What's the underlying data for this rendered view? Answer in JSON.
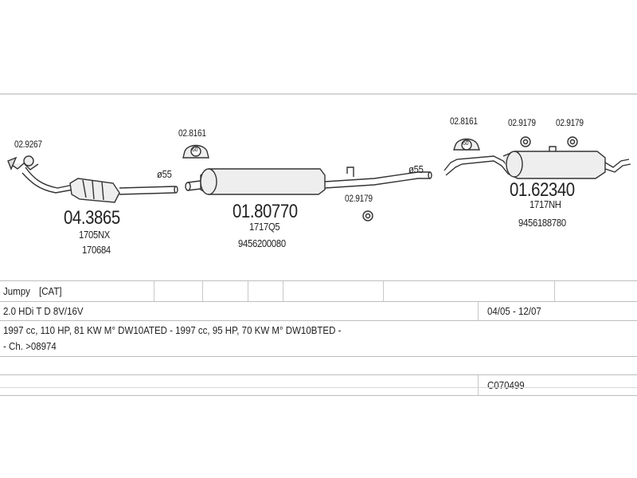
{
  "diagram": {
    "parts": [
      {
        "ref": "02.9267"
      },
      {
        "ref": "04.3865",
        "oe1": "1705NX",
        "oe2": "170684"
      },
      {
        "ref": "02.8161"
      },
      {
        "ref": "01.80770",
        "oe1": "1717Q5",
        "oe2": "9456200080"
      },
      {
        "ref": "02.9179"
      },
      {
        "ref": "02.8161"
      },
      {
        "ref": "02.9179"
      },
      {
        "ref": "02.9179"
      },
      {
        "ref": "01.62340",
        "oe1": "1717NH",
        "oe2": "9456188780"
      }
    ],
    "pipe_diameters": [
      "ø55",
      "ø55"
    ],
    "clamp_size": "60"
  },
  "vehicle": {
    "model": "Jumpy",
    "variant": "[CAT]",
    "engine": "2.0 HDi T D 8V/16V",
    "period": "04/05 - 12/07",
    "specs": "1997 cc, 110 HP, 81 KW M° DW10ATED - 1997 cc, 95 HP, 70 KW M° DW10BTED -",
    "chassis": "- Ch. >08974",
    "code": "C070499"
  },
  "colors": {
    "stroke": "#333333",
    "fill": "#eeeeee",
    "grid": "#c8c8c8"
  }
}
